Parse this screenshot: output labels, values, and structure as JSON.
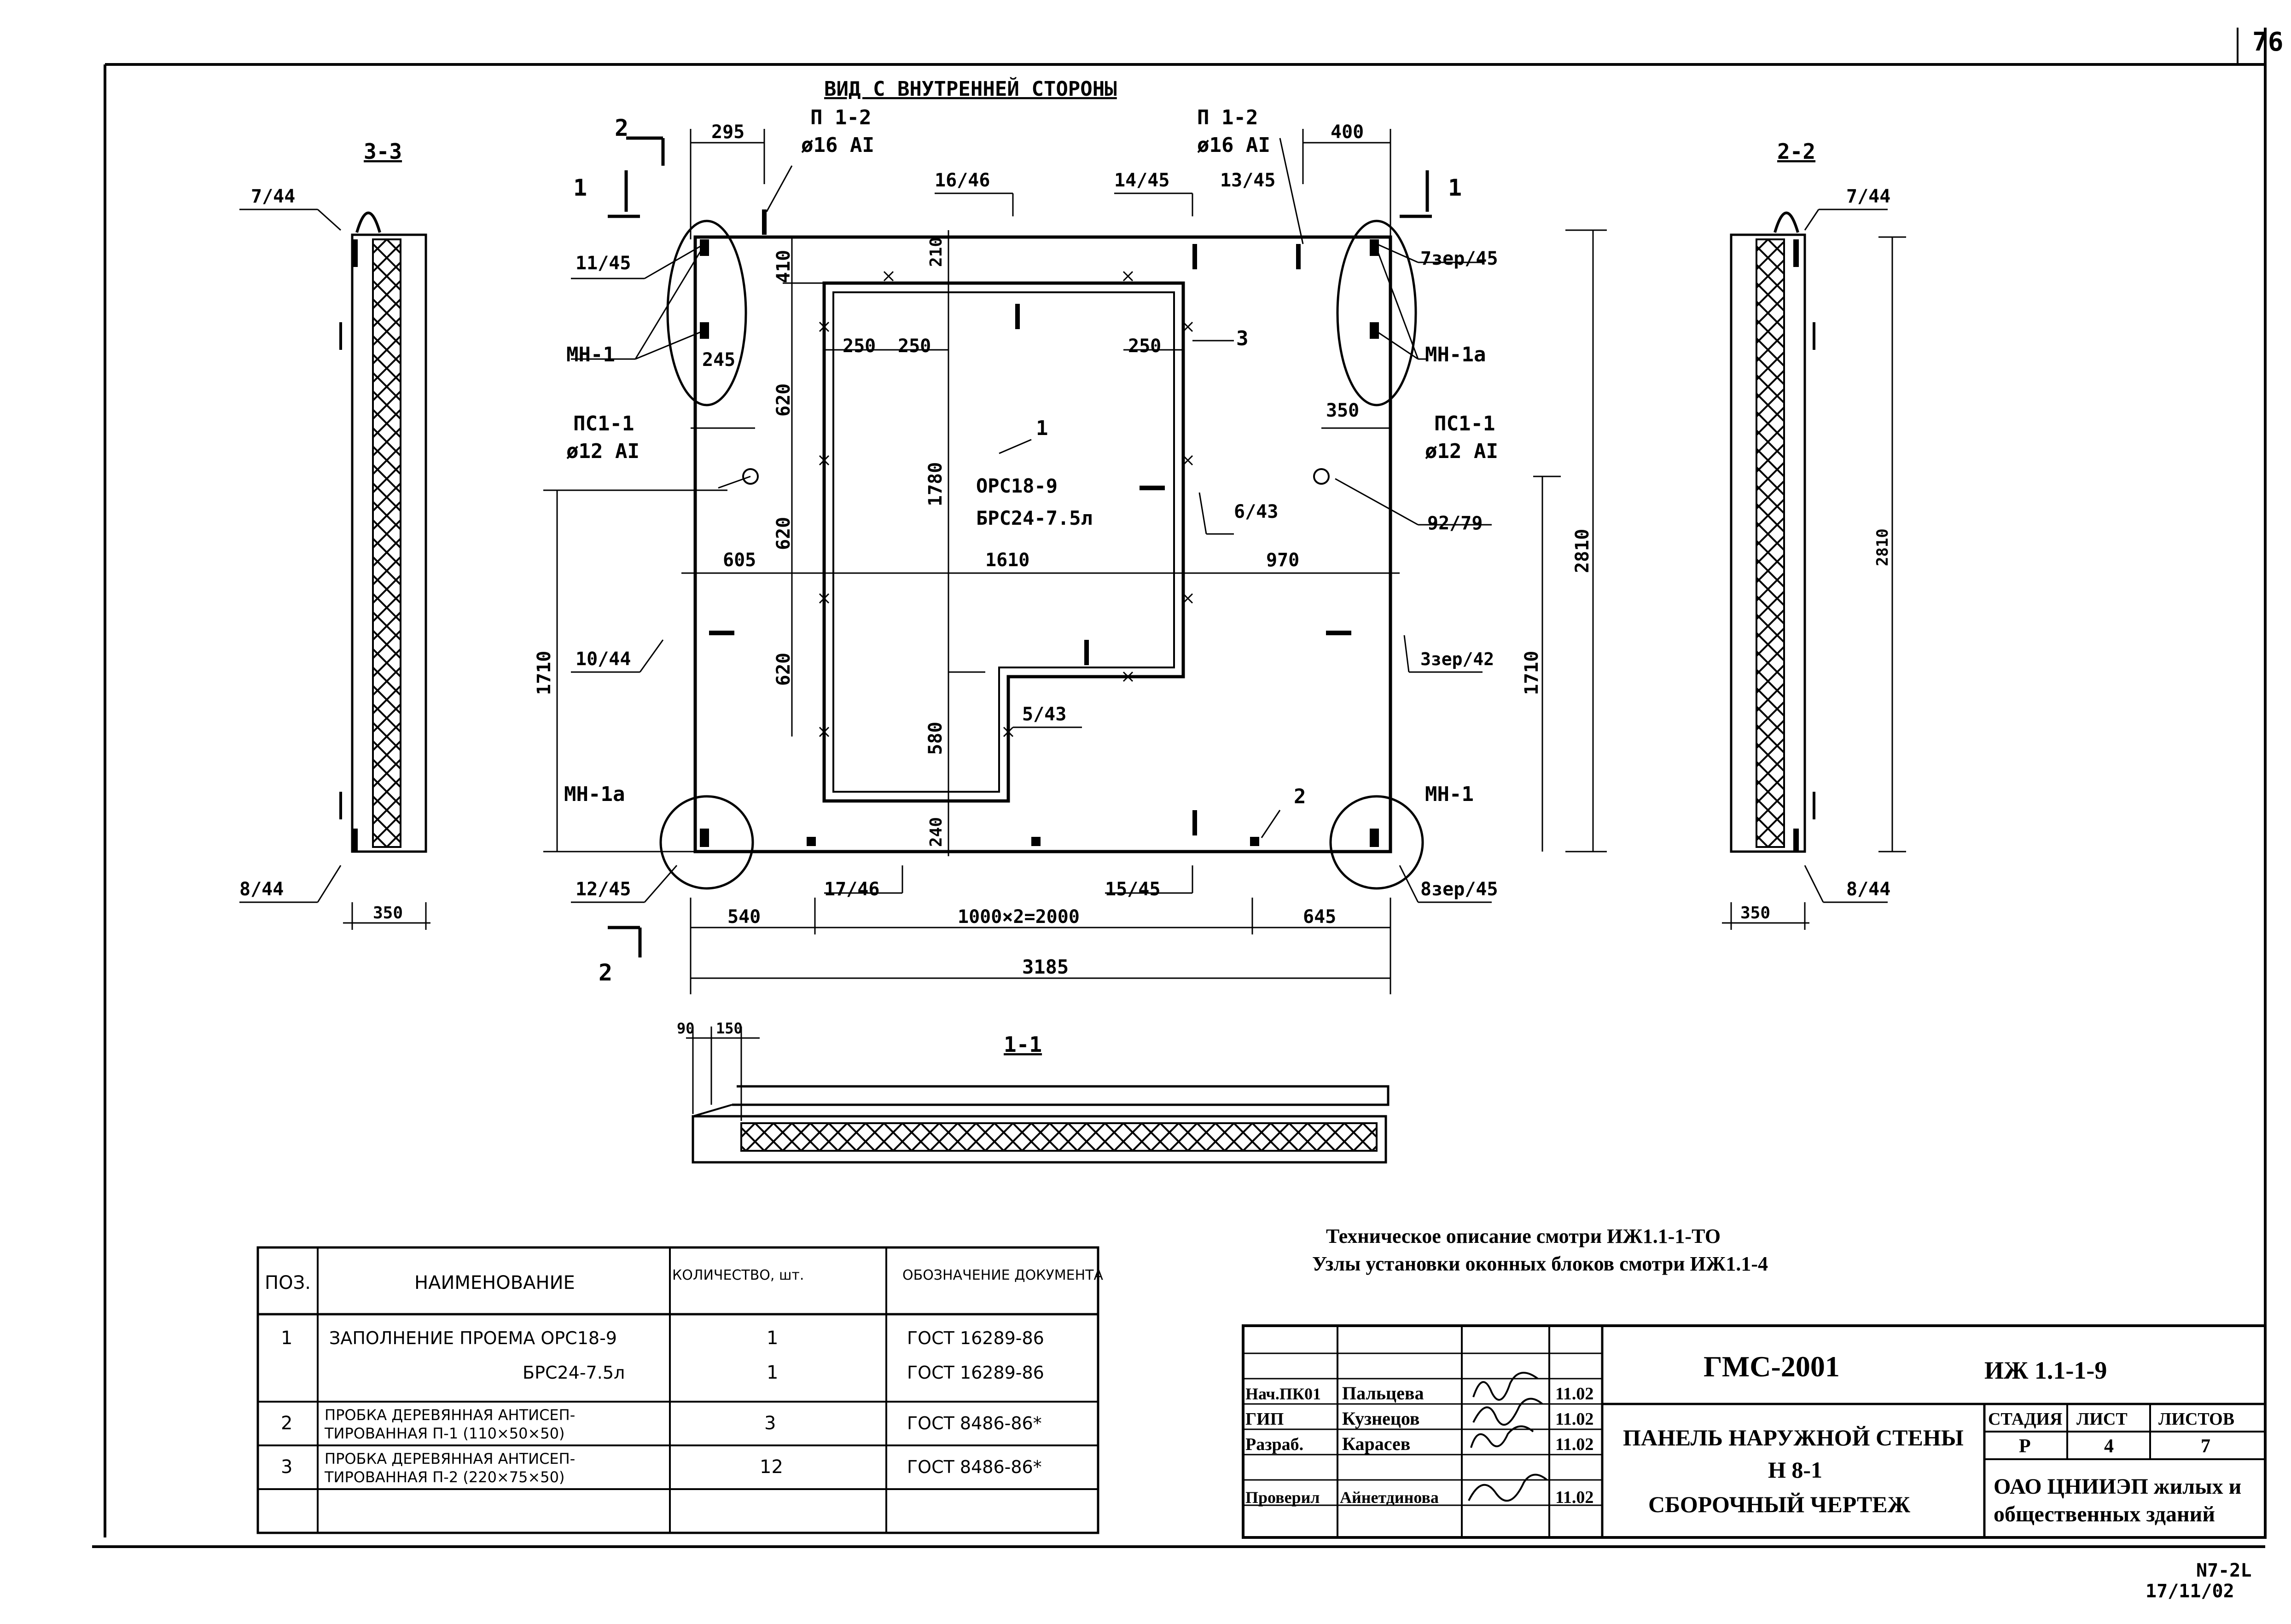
{
  "page_number": "76",
  "view_title": "ВИД С ВНУТРЕННЕЙ СТОРОНЫ",
  "section_33": "3-3",
  "section_22": "2-2",
  "section_11": "1-1",
  "cut_mark_2": "2",
  "cut_mark_1": "1",
  "labels": {
    "l_7_44": "7/44",
    "l_11_45": "11/45",
    "l_mn1": "МН-1",
    "l_ps11": "ПС1-1",
    "l_d12": "ø12 AI",
    "l_10_44": "10/44",
    "l_mn1a": "МН-1а",
    "l_12_45": "12/45",
    "l_8_44": "8/44",
    "l_p12": "П 1-2",
    "l_d16": "ø16 AI",
    "l_16_46": "16/46",
    "l_14_45": "14/45",
    "l_13_45": "13/45",
    "l_7zer_45": "7зер/45",
    "l_3": "3",
    "l_1": "1",
    "l_orc": "ОРС18-9",
    "l_brc": "БРС24-7.5л",
    "l_6_43": "6/43",
    "l_92_79": "92/79",
    "l_3zer_42": "3зер/42",
    "l_5_43": "5/43",
    "l_2": "2",
    "l_8zer_45": "8зер/45",
    "l_17_46": "17/46",
    "l_15_45": "15/45"
  },
  "dims": {
    "d295": "295",
    "d400": "400",
    "d410": "410",
    "d210": "210",
    "d250": "250",
    "d620": "620",
    "d245": "245",
    "d350": "350",
    "d1780": "1780",
    "d605": "605",
    "d1610": "1610",
    "d970": "970",
    "d2810": "2810",
    "d1710": "1710",
    "d580": "580",
    "d240": "240",
    "d540": "540",
    "d2000": "1000×2=2000",
    "d645": "645",
    "d3185": "3185",
    "d90": "90",
    "d150": "150"
  },
  "notes": [
    "Техническое описание смотри ИЖ1.1-1-ТО",
    "Узлы установки оконных блоков смотри ИЖ1.1-4"
  ],
  "spec_table": {
    "headers": [
      "ПОЗ.",
      "НАИМЕНОВАНИЕ",
      "КОЛИЧЕСТВО, шт.",
      "ОБОЗНАЧЕНИЕ ДОКУМЕНТА"
    ],
    "rows": [
      {
        "pos": "1",
        "name1": "ЗАПОЛНЕНИЕ ПРОЕМА ОРС18-9",
        "name2": "БРС24-7.5л",
        "qty1": "1",
        "qty2": "1",
        "doc1": "ГОСТ 16289-86",
        "doc2": "ГОСТ 16289-86"
      },
      {
        "pos": "2",
        "name1": "ПРОБКА ДЕРЕВЯННАЯ АНТИСЕП-",
        "name2": "ТИРОВАННАЯ П-1 (110×50×50)",
        "qty1": "3",
        "doc1": "ГОСТ 8486-86*"
      },
      {
        "pos": "3",
        "name1": "ПРОБКА ДЕРЕВЯННАЯ АНТИСЕП-",
        "name2": "ТИРОВАННАЯ П-2 (220×75×50)",
        "qty1": "12",
        "doc1": "ГОСТ 8486-86*"
      }
    ]
  },
  "title_block": {
    "code": "ГМС-2001",
    "doc_code": "ИЖ 1.1-1-9",
    "title1": "ПАНЕЛЬ НАРУЖНОЙ СТЕНЫ",
    "title2": "Н 8-1",
    "title3": "СБОРОЧНЫЙ ЧЕРТЕЖ",
    "stage_h": "СТАДИЯ",
    "sheet_h": "ЛИСТ",
    "sheets_h": "ЛИСТОВ",
    "stage": "Р",
    "sheet": "4",
    "sheets": "7",
    "org1": "ОАО ЦНИИЭП жилых и",
    "org2": "общественных зданий",
    "signers": [
      {
        "role": "Нач.ПК01",
        "name": "Пальцева",
        "date": "11.02"
      },
      {
        "role": "ГИП",
        "name": "Кузнецов",
        "date": "11.02"
      },
      {
        "role": "Разраб.",
        "name": "Карасев",
        "date": "11.02"
      },
      {
        "role": "Проверил",
        "name": "Айнетдинова",
        "date": "11.02"
      }
    ]
  },
  "stamp_code": "N7-2L",
  "stamp_date": "17/11/02"
}
